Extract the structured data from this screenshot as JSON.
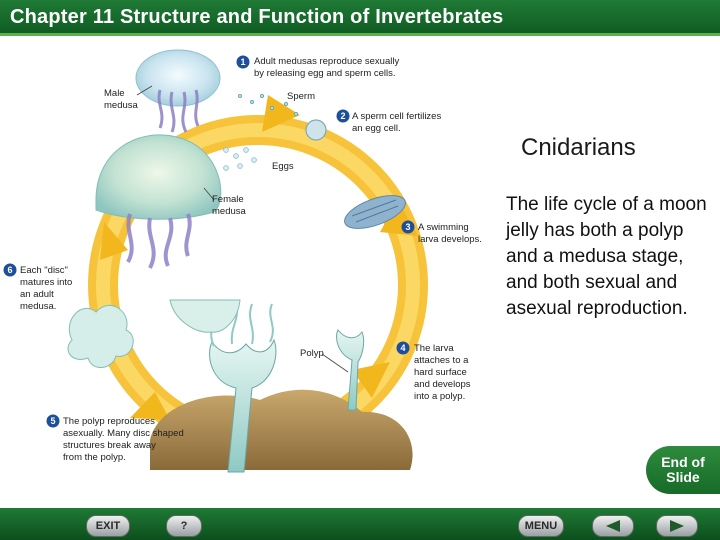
{
  "header": {
    "title": "Chapter 11  Structure and Function of Invertebrates"
  },
  "main": {
    "title": "Cnidarians",
    "body": "The life cycle of a moon jelly has both a polyp and a medusa stage, and both sexual and asexual reproduction."
  },
  "diagram": {
    "steps": [
      {
        "num": "1",
        "lines": [
          "Adult medusas reproduce sexually",
          "by releasing egg and sperm cells."
        ]
      },
      {
        "num": "2",
        "lines": [
          "A sperm cell fertilizes",
          "an egg cell."
        ]
      },
      {
        "num": "3",
        "lines": [
          "A swimming",
          "larva develops."
        ]
      },
      {
        "num": "4",
        "lines": [
          "The larva",
          "attaches to a",
          "hard surface",
          "and develops",
          "into a polyp."
        ]
      },
      {
        "num": "5",
        "lines": [
          "The polyp reproduces",
          "asexually. Many disc shaped",
          "structures break away",
          "from the polyp."
        ]
      },
      {
        "num": "6",
        "lines": [
          "Each \"disc\"",
          "matures into",
          "an adult",
          "medusa."
        ]
      }
    ],
    "labels": {
      "male_medusa": [
        "Male",
        "medusa"
      ],
      "sperm": "Sperm",
      "eggs": "Eggs",
      "female_medusa": [
        "Female",
        "medusa"
      ],
      "polyp": "Polyp"
    }
  },
  "nav": {
    "exit": "EXIT",
    "help": "?",
    "menu": "MENU",
    "end_slide": [
      "End of",
      "Slide"
    ]
  }
}
